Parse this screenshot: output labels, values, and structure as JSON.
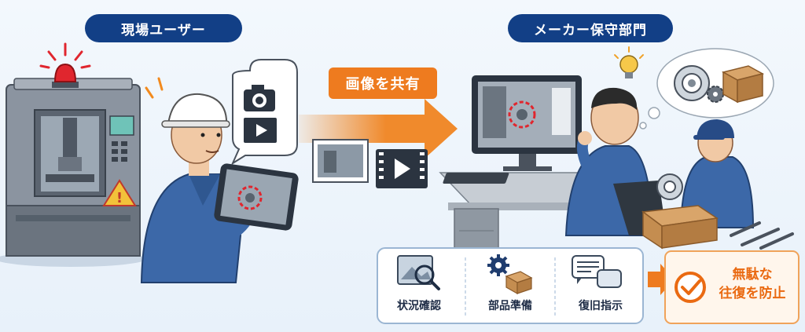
{
  "labels": {
    "field_user": "現場ユーザー",
    "maker_dept": "メーカー保守部門",
    "share": "画像を共有"
  },
  "steps": [
    {
      "label": "状況確認",
      "icon": "search-image-icon"
    },
    {
      "label": "部品準備",
      "icon": "gear-box-icon"
    },
    {
      "label": "復旧指示",
      "icon": "chat-bubbles-icon"
    }
  ],
  "result": {
    "line1": "無駄な",
    "line2": "往復を防止",
    "icon": "check-circle-icon"
  },
  "colors": {
    "navy": "#123f86",
    "orange": "#ee7b1f",
    "result_orange": "#ea6a12"
  }
}
